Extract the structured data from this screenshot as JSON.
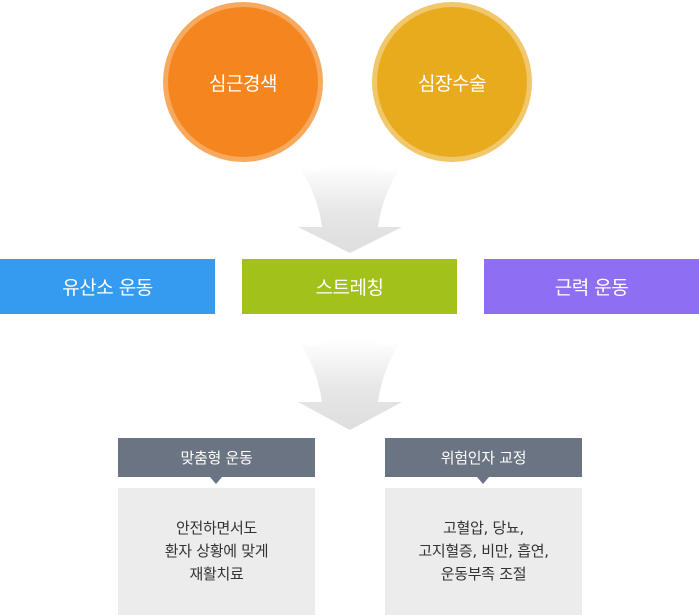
{
  "circles": {
    "left": {
      "label": "심근경색",
      "color": "#f5861f",
      "ring": "#f7a95f"
    },
    "right": {
      "label": "심장수술",
      "color": "#e8ab1e",
      "ring": "#f0c76a"
    }
  },
  "bars": {
    "aerobic": {
      "label": "유산소 운동",
      "color": "#359bf0"
    },
    "stretch": {
      "label": "스트레칭",
      "color": "#a2c21b"
    },
    "strength": {
      "label": "근력 운동",
      "color": "#8e6ef2"
    }
  },
  "results": {
    "custom": {
      "title": "맞춤형 운동",
      "lines": [
        "안전하면서도",
        "환자 상황에 맞게",
        "재활치료"
      ]
    },
    "risk": {
      "title": "위험인자 교정",
      "lines": [
        "고혈압, 당뇨,",
        "고지혈증, 비만, 흡연,",
        "운동부족 조절"
      ]
    }
  },
  "colors": {
    "arrow": "#e2e2e2",
    "tab": "#6b7483",
    "panel": "#ececec"
  }
}
